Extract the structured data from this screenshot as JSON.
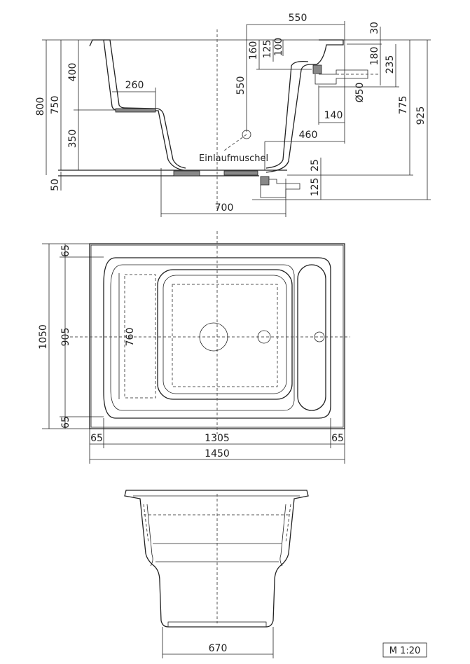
{
  "side_section": {
    "dims": {
      "h800": "800",
      "h750": "750",
      "h400": "400",
      "h350": "350",
      "h50": "50",
      "w260": "260",
      "v550": "550",
      "w550": "550",
      "v160": "160",
      "v125": "125",
      "v100": "100",
      "v30": "30",
      "v180": "180",
      "v235": "235",
      "v775": "775",
      "v925": "925",
      "dia50": "Ø50",
      "w140": "140",
      "w460": "460",
      "v25": "25",
      "v125b": "125",
      "w700": "700"
    },
    "label_inlet": "Einlaufmuschel"
  },
  "plan_view": {
    "dims": {
      "v65a": "65",
      "v905": "905",
      "v65b": "65",
      "v1050": "1050",
      "v760": "760",
      "w65a": "65",
      "w1305": "1305",
      "w65b": "65",
      "w1450": "1450"
    }
  },
  "front_view": {
    "dims": {
      "w670": "670"
    }
  },
  "scale": "M 1:20"
}
